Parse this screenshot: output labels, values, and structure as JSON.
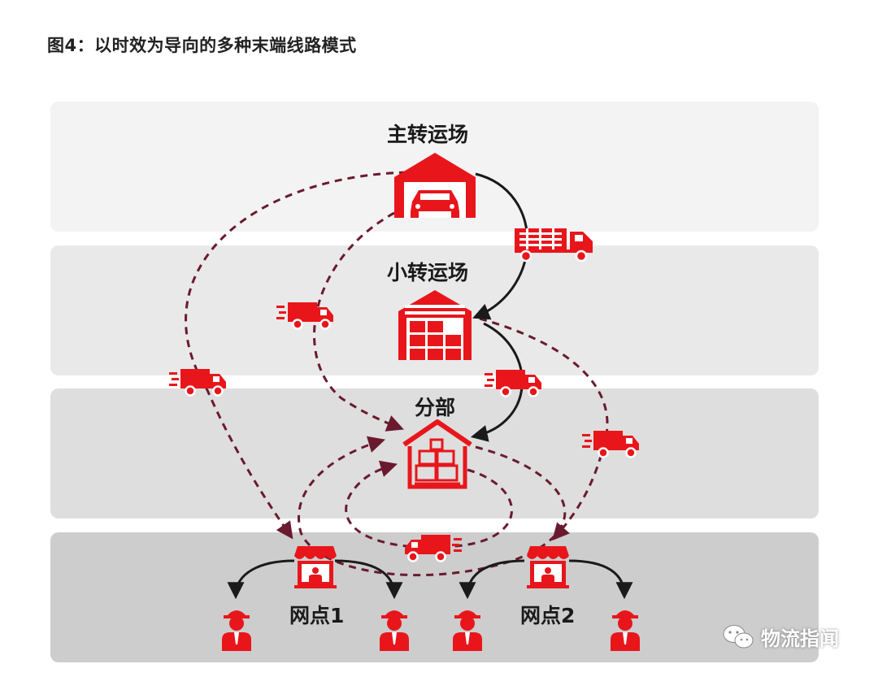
{
  "title": "图4：以时效为导向的多种末端线路模式",
  "levels": {
    "main_hub": "主转运场",
    "small_hub": "小转运场",
    "branch": "分部",
    "outlet_1": "网点1",
    "outlet_2": "网点2"
  },
  "watermark": "物流指闻",
  "colors": {
    "icon_red": "#e8161b",
    "dashed_route": "#6a1a2e",
    "solid_route": "#1a1a1a"
  }
}
